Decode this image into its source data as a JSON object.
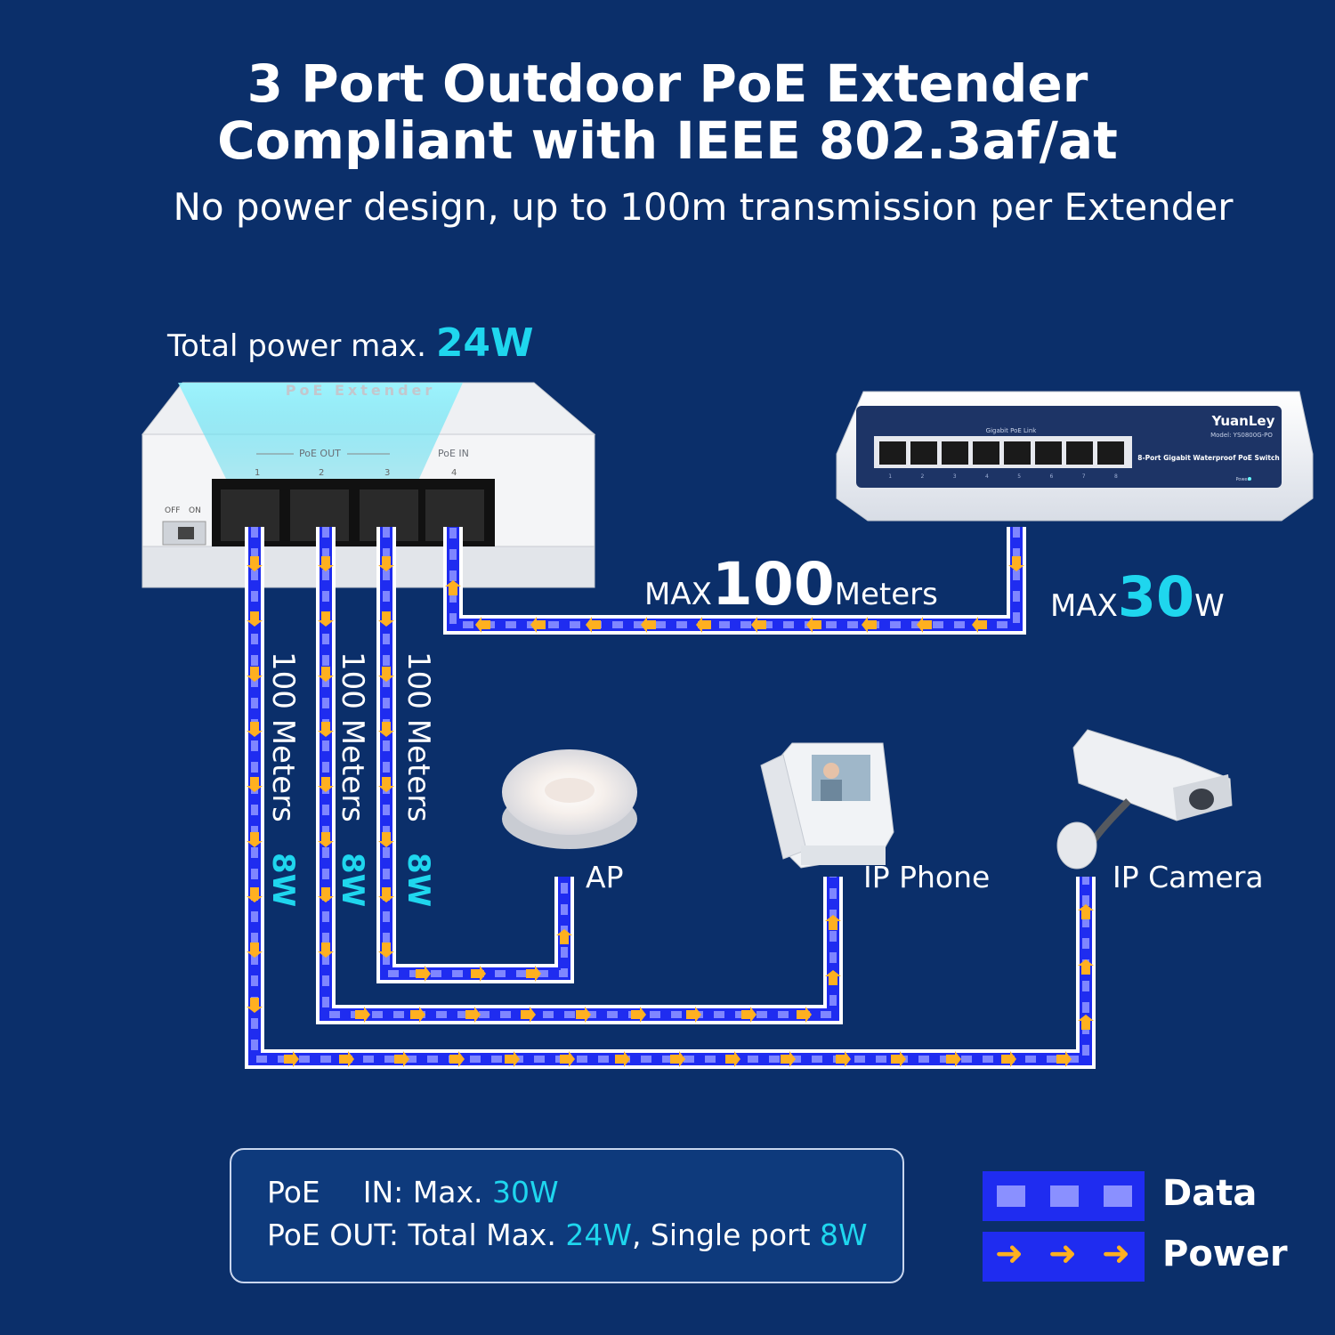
{
  "header": {
    "title_line1": "3 Port Outdoor PoE Extender",
    "title_line2": "Compliant with IEEE 802.3af/at",
    "subtitle": "No power design, up to 100m transmission per Extender"
  },
  "extender": {
    "total_power_prefix": "Total power max.",
    "total_power_value": "24W",
    "top_text": "PoE Extender",
    "poe_out_label": "PoE OUT",
    "poe_in_label": "PoE IN",
    "port_numbers": [
      "1",
      "2",
      "3",
      "4"
    ],
    "switch_off": "OFF",
    "switch_on": "ON"
  },
  "switch": {
    "brand": "YuanLey",
    "model": "Model: YS0800G-PO",
    "link_label": "Gigabit PoE Link",
    "description": "8-Port Gigabit Waterproof PoE Switch",
    "power_label": "Power",
    "port_numbers": [
      "1",
      "2",
      "3",
      "4",
      "5",
      "6",
      "7",
      "8"
    ]
  },
  "uplink": {
    "max_prefix": "MAX",
    "distance_value": "100",
    "distance_unit": "Meters",
    "power_prefix": "MAX",
    "power_value": "30",
    "power_unit": "W"
  },
  "downlinks": [
    {
      "distance": "100 Meters",
      "power": "8W"
    },
    {
      "distance": "100 Meters",
      "power": "8W"
    },
    {
      "distance": "100 Meters",
      "power": "8W"
    }
  ],
  "devices": {
    "ap": "AP",
    "ip_phone": "IP Phone",
    "ip_camera": "IP Camera"
  },
  "info": {
    "poe_in_prefix": "PoE",
    "poe_in_label": "IN:",
    "poe_in_max": "Max.",
    "poe_in_value": "30W",
    "poe_out_prefix": "PoE OUT:",
    "poe_out_total": "Total Max.",
    "poe_out_total_value": "24W",
    "poe_out_single": ", Single port",
    "poe_out_single_value": "8W"
  },
  "legend": {
    "data_label": "Data",
    "power_label": "Power"
  },
  "colors": {
    "background": "#0b2f6a",
    "accent_cyan": "#1fd6ee",
    "cable_blue": "#1f2cf0",
    "data_square": "#7f86ff",
    "power_arrow": "#ffb020"
  }
}
